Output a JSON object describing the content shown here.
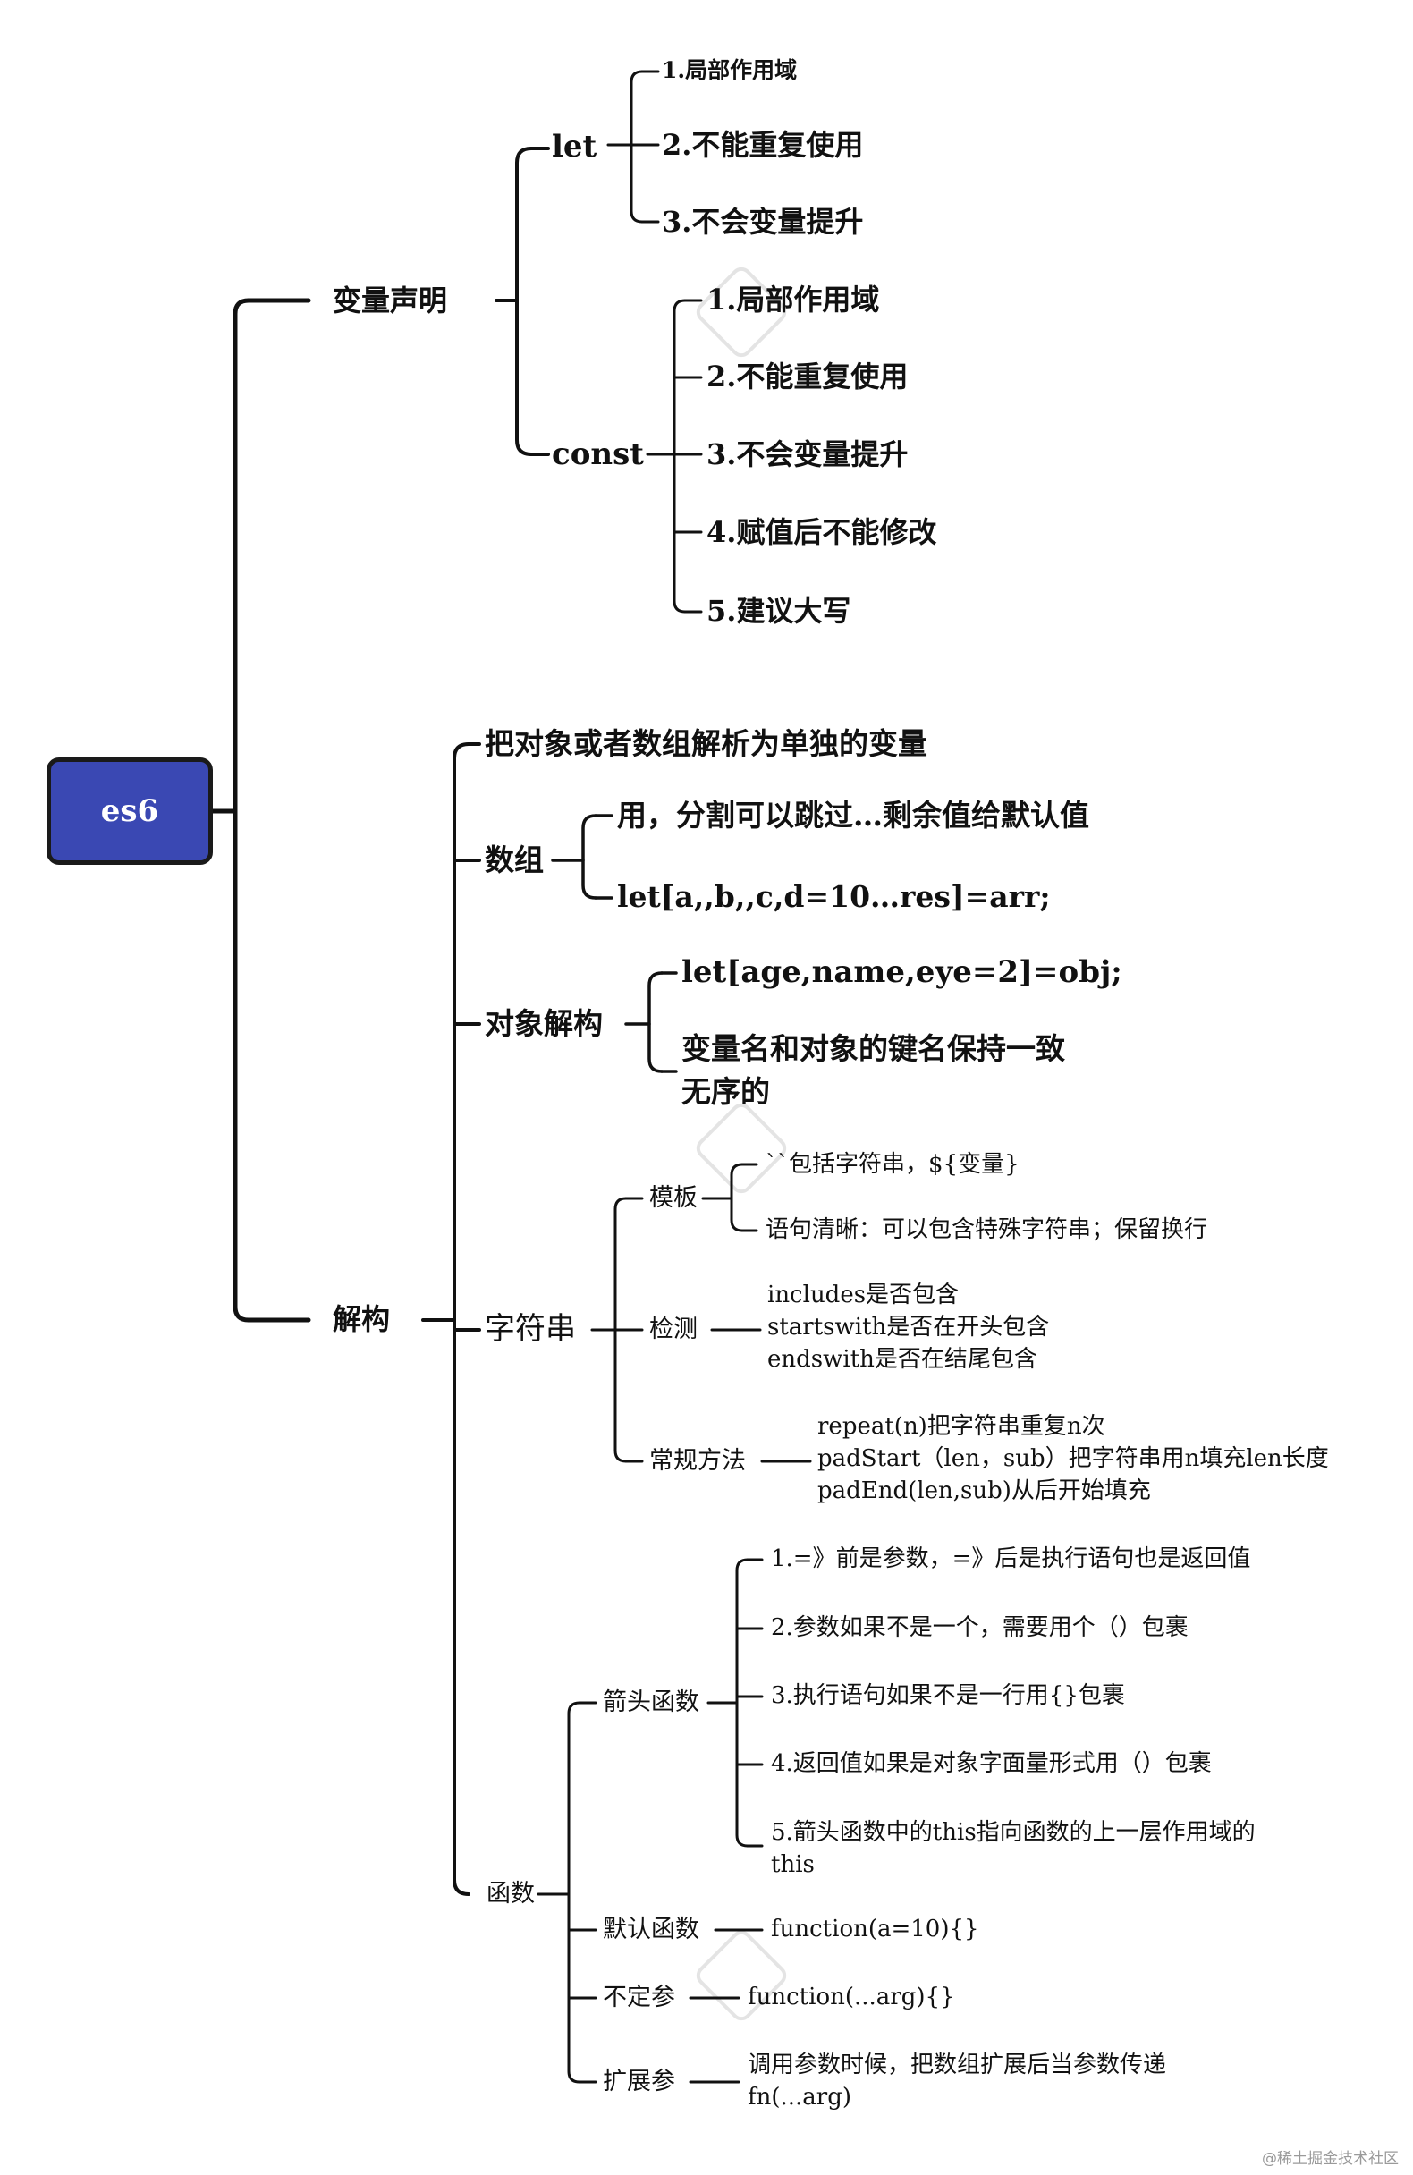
{
  "root": "es6",
  "watermark": "@稀土掘金技术社区",
  "branch_decl": {
    "label": "变量声明",
    "let": {
      "label": "let",
      "items": [
        "1.局部作用域",
        "2.不能重复使用",
        "3.不会变量提升"
      ]
    },
    "const": {
      "label": "const",
      "items": [
        "1.局部作用域",
        "2.不能重复使用",
        "3.不会变量提升",
        "4.赋值后不能修改",
        "5.建议大写"
      ]
    }
  },
  "branch_destr": {
    "label": "解构",
    "intro": "把对象或者数组解析为单独的变量",
    "array": {
      "label": "数组",
      "items": [
        "用，分割可以跳过…剩余值给默认值",
        "let[a,,b,,c,d=10…res]=arr;"
      ]
    },
    "object": {
      "label": "对象解构",
      "items": [
        "let[age,name,eye=2]=obj;",
        "变量名和对象的键名保持一致",
        "无序的"
      ]
    },
    "string": {
      "label": "字符串",
      "template": {
        "label": "模板",
        "items": [
          "``包括字符串，${变量}",
          "语句清晰：可以包含特殊字符串；保留换行"
        ]
      },
      "detect": {
        "label": "检测",
        "lines": [
          "includes是否包含",
          "startswith是否在开头包含",
          "endswith是否在结尾包含"
        ]
      },
      "methods": {
        "label": "常规方法",
        "lines": [
          "repeat(n)把字符串重复n次",
          "padStart（len，sub）把字符串用n填充len长度",
          "padEnd(len,sub)从后开始填充"
        ]
      }
    },
    "func": {
      "label": "函数",
      "arrow": {
        "label": "箭头函数",
        "items": [
          "1.=》前是参数，=》后是执行语句也是返回值",
          "2.参数如果不是一个，需要用个（）包裹",
          "3.执行语句如果不是一行用{}包裹",
          "4.返回值如果是对象字面量形式用（）包裹",
          "5.箭头函数中的this指向函数的上一层作用域的",
          "this"
        ]
      },
      "default": {
        "label": "默认函数",
        "value": "function(a=10){}"
      },
      "rest": {
        "label": "不定参",
        "value": "function(...arg){}"
      },
      "spread": {
        "label": "扩展参",
        "lines": [
          "调用参数时候，把数组扩展后当参数传递",
          "fn(...arg)"
        ]
      }
    }
  }
}
